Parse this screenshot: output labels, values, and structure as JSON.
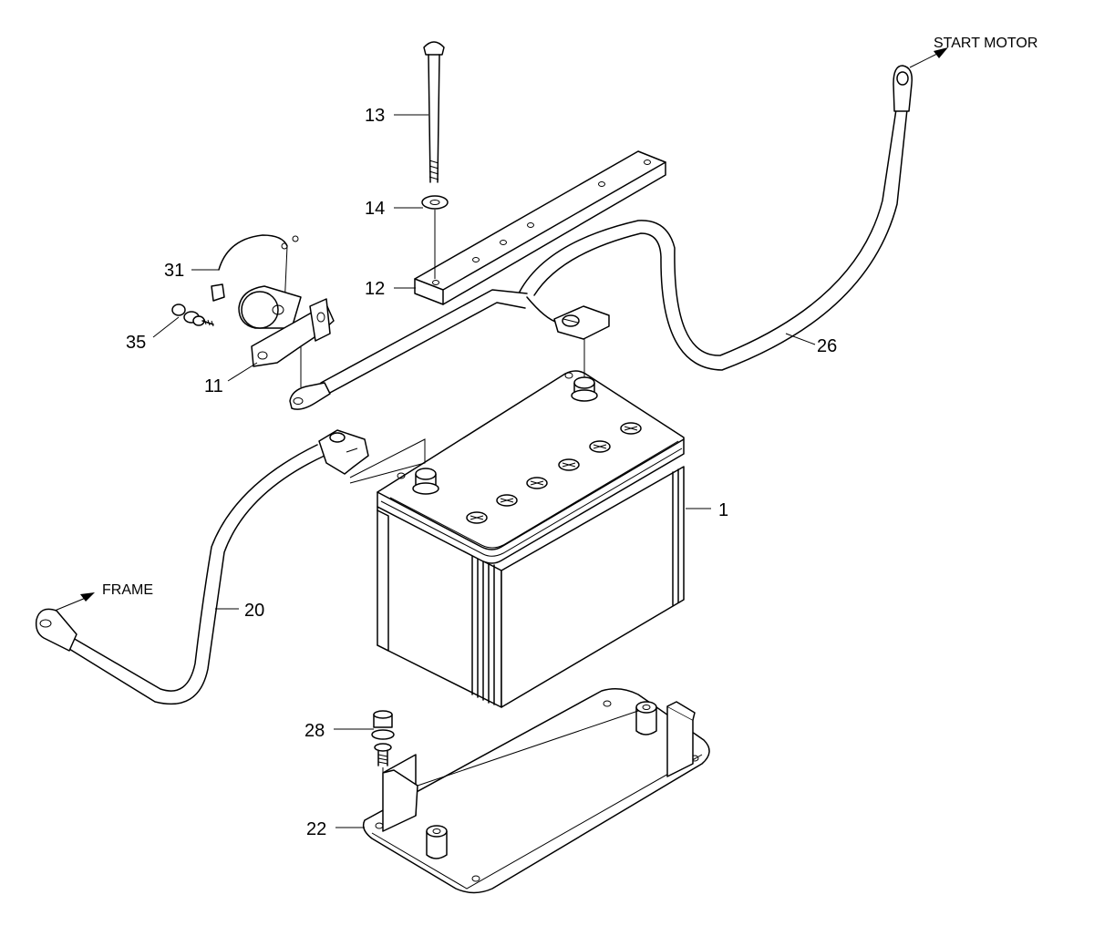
{
  "parts": [
    {
      "number": "1",
      "name": "battery"
    },
    {
      "number": "11",
      "name": "relay-bracket"
    },
    {
      "number": "12",
      "name": "hold-down-bar"
    },
    {
      "number": "13",
      "name": "j-bolt"
    },
    {
      "number": "14",
      "name": "washer"
    },
    {
      "number": "20",
      "name": "ground-cable"
    },
    {
      "number": "22",
      "name": "battery-tray"
    },
    {
      "number": "26",
      "name": "positive-cable"
    },
    {
      "number": "28",
      "name": "bolt-washer"
    },
    {
      "number": "31",
      "name": "relay"
    },
    {
      "number": "35",
      "name": "screw-washer"
    }
  ],
  "destinations": {
    "start_motor": "START MOTOR",
    "frame": "FRAME"
  },
  "colors": {
    "line": "#000000",
    "background": "#ffffff"
  }
}
